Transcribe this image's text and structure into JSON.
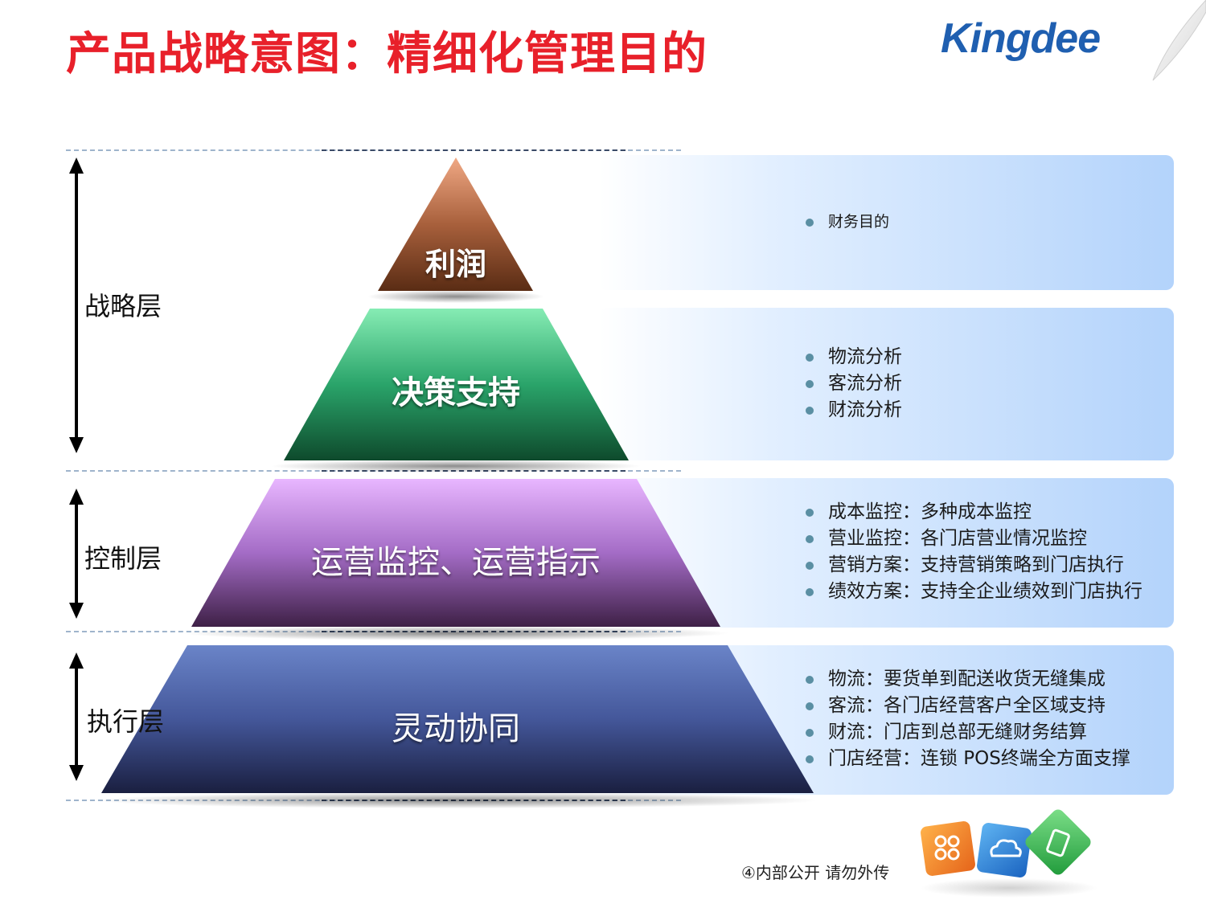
{
  "title": "产品战略意图：精细化管理目的",
  "logo": "Kingdee",
  "layers": [
    {
      "label": "战略层"
    },
    {
      "label": "控制层"
    },
    {
      "label": "执行层"
    }
  ],
  "tiers": [
    {
      "label": "利润",
      "bullets": [
        "财务目的"
      ]
    },
    {
      "label": "决策支持",
      "bullets": [
        "物流分析",
        "客流分析",
        "财流分析"
      ]
    },
    {
      "label": "运营监控、运营指示",
      "bullets": [
        "成本监控：多种成本监控",
        "营业监控：各门店营业情况监控",
        "营销方案：支持营销策略到门店执行",
        "绩效方案：支持全企业绩效到门店执行"
      ]
    },
    {
      "label": "灵动协同",
      "bullets": [
        "物流：要货单到配送收货无缝集成",
        "客流：各门店经营客户全区域支持",
        "财流：门店到总部无缝财务结算",
        "门店经营：连锁 POS终端全方面支撑"
      ]
    }
  ],
  "footnote": "④内部公开 请勿外传",
  "colors": {
    "title": "#e8202a",
    "logo": "#1f5fb0",
    "tier1": "#8a4a2a",
    "tier2": "#1e8a5a",
    "tier3": "#8a5aa8",
    "tier4": "#34407a",
    "panel": "#b3d3fb"
  },
  "icons": [
    "page-curl-icon",
    "app-cube-icon",
    "cloud-cube-icon",
    "tablet-cube-icon"
  ]
}
